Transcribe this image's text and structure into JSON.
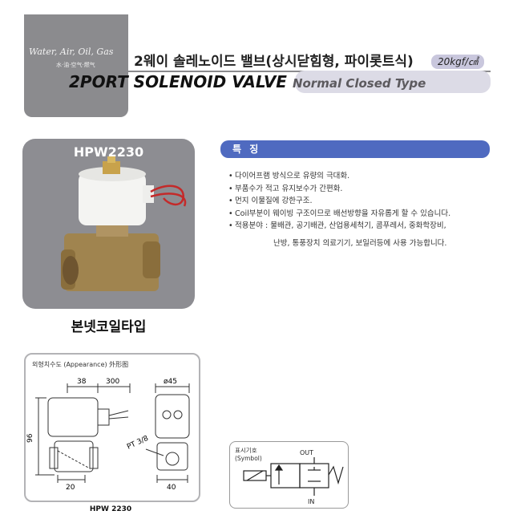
{
  "header": {
    "badge_line1": "Water, Air, Oil, Gas",
    "badge_line2": "水·油·空气·燃气",
    "title_ko": "2웨이 솔레노이드 밸브(상시닫힘형, 파이롯트식)",
    "pressure": "20kgf/㎠",
    "title_en_main": "2PORT SOLENOID VALVE",
    "title_en_sub": "Normal Closed Type"
  },
  "product": {
    "model": "HPW2230",
    "caption": "본넷코일타입"
  },
  "features": {
    "title": "특 징",
    "items": [
      "다이어프램 방식으로 유량의 극대화.",
      "부품수가 적고 유지보수가 간편화.",
      "먼지 이물질에 강한구조.",
      "Coil부분이 웨이빙 구조이므로 배선방향을 자유롭게 할 수 있습니다.",
      "적용분야 : 물배관, 공기배관, 산업용세척기, 콤푸레서, 중화학장비,"
    ],
    "items_cont": "난방, 통풍장치 의료기기, 보일러등에 사용 가능합니다."
  },
  "drawing": {
    "title": "외형치수도 (Appearance) 外形图",
    "dims": {
      "d38": "38",
      "d300": "300",
      "d45": "ø45",
      "d96": "96",
      "d20": "20",
      "d40": "40",
      "thread": "PT 3/8"
    },
    "caption": "HPW 2230"
  },
  "symbol": {
    "label1": "표시기호",
    "label2": "(Symbol)",
    "out": "OUT",
    "in": "IN"
  }
}
